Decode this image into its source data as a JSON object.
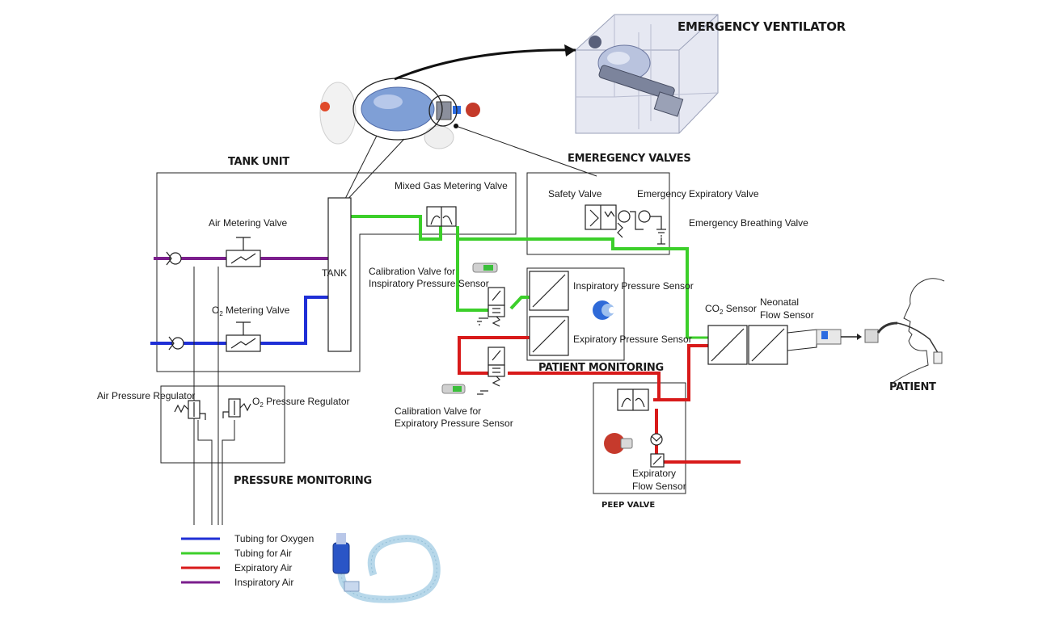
{
  "colors": {
    "oxygen": "#1f2fd6",
    "air": "#3ccf2a",
    "expiratory": "#d81a1a",
    "inspiratory": "#7b1e8c"
  },
  "titles": {
    "emergency_ventilator": "EMERGENCY  VENTILATOR",
    "tank_unit": "TANK UNIT",
    "emergency_valves": "EMEREGENCY VALVES",
    "patient_monitoring": "PATIENT MONITORING",
    "pressure_monitoring": "PRESSURE MONITORING",
    "peep_valve": "PEEP VALVE",
    "patient": "PATIENT"
  },
  "labels": {
    "mixed_gas_metering_valve": "Mixed Gas Metering Valve",
    "safety_valve": "Safety Valve",
    "emergency_expiratory_valve": "Emergency Expiratory Valve",
    "emergency_breathing_valve": "Emergency Breathing Valve",
    "air_metering_valve": "Air Metering Valve",
    "tank": "TANK",
    "o2_metering_valve_prefix": "O",
    "o2_metering_valve_sub": "2",
    "o2_metering_valve_suffix": " Metering Valve",
    "calibration_insp_line1": "Calibration Valve for",
    "calibration_insp_line2": "Inspiratory  Pressure Sensor",
    "inspiratory_pressure_sensor": "Inspiratory  Pressure Sensor",
    "expiratory_pressure_sensor": "Expiratory  Pressure Sensor",
    "co2_sensor_prefix": "CO",
    "co2_sensor_sub": "2",
    "co2_sensor_suffix": " Sensor",
    "neonatal_line1": "Neonatal",
    "neonatal_line2": "Flow Sensor",
    "air_pressure_regulator": "Air Pressure Regulator",
    "o2_pressure_regulator_prefix": "O",
    "o2_pressure_regulator_sub": "2",
    "o2_pressure_regulator_suffix": "  Pressure Regulator",
    "calibration_exp_line1": "Calibration Valve for",
    "calibration_exp_line2": "Expiratory  Pressure Sensor",
    "expiratory_flow_line1": "Expiratory",
    "expiratory_flow_line2": "Flow Sensor"
  },
  "legend": [
    {
      "label": "Tubing for Oxygen",
      "color": "#1f2fd6"
    },
    {
      "label": "Tubing for Air",
      "color": "#3ccf2a"
    },
    {
      "label": "Expiratory Air",
      "color": "#d81a1a"
    },
    {
      "label": "Inspiratory Air",
      "color": "#7b1e8c"
    }
  ]
}
